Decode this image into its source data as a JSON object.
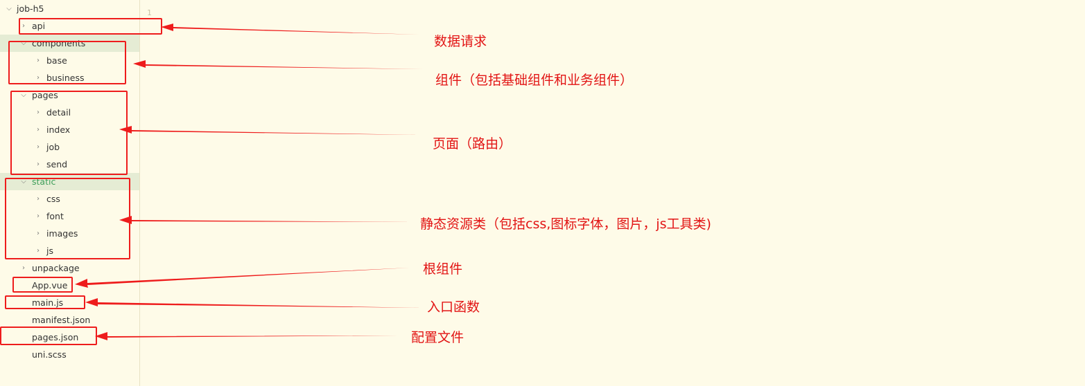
{
  "explorer": {
    "root": "job-h5",
    "items": [
      {
        "label": "api"
      },
      {
        "label": "components"
      },
      {
        "label": "base"
      },
      {
        "label": "business"
      },
      {
        "label": "pages"
      },
      {
        "label": "detail"
      },
      {
        "label": "index"
      },
      {
        "label": "job"
      },
      {
        "label": "send"
      },
      {
        "label": "static"
      },
      {
        "label": "css"
      },
      {
        "label": "font"
      },
      {
        "label": "images"
      },
      {
        "label": "js"
      },
      {
        "label": "unpackage"
      },
      {
        "label": "App.vue"
      },
      {
        "label": "main.js"
      },
      {
        "label": "manifest.json"
      },
      {
        "label": "pages.json"
      },
      {
        "label": "uni.scss"
      }
    ]
  },
  "editor": {
    "line_number": "1"
  },
  "annotations": {
    "api": "数据请求",
    "components": "组件（包括基础组件和业务组件）",
    "pages": "页面（路由）",
    "static": "静态资源类（包括css,图标字体，图片，js工具类)",
    "app_vue": "根组件",
    "main_js": "入口函数",
    "pages_json": "配置文件"
  },
  "colors": {
    "background": "#fefbe8",
    "highlight_row": "#e5ecd4",
    "annotation_red": "#e21414",
    "folder_green_text": "#3f9e5a"
  }
}
